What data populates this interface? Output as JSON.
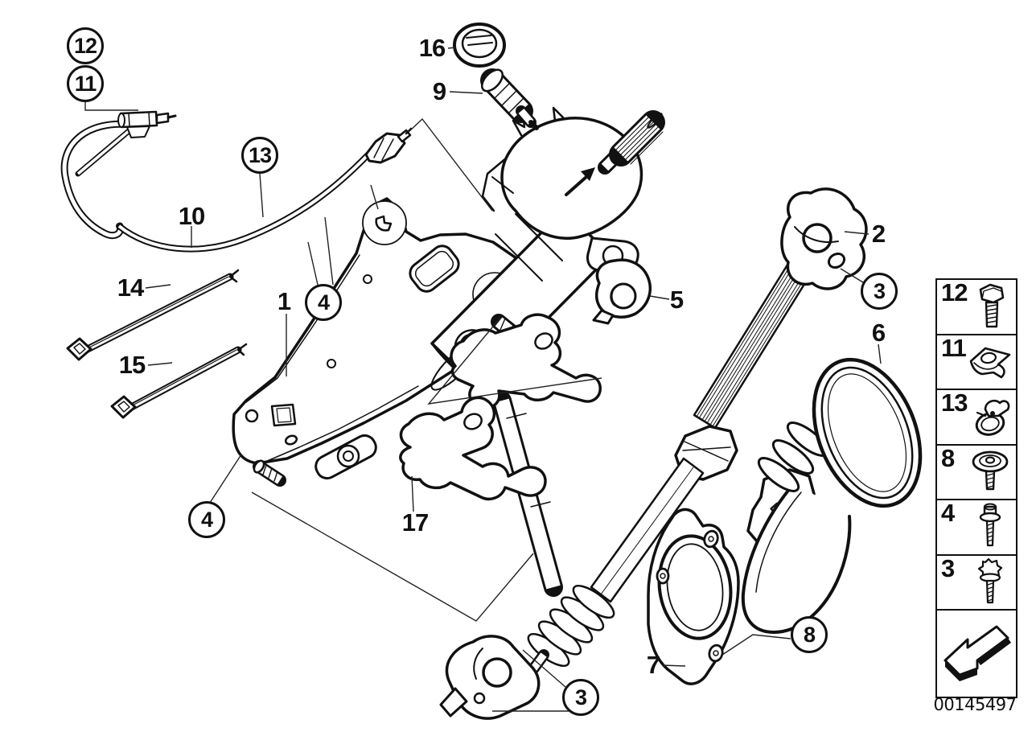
{
  "diagram": {
    "part_number": "00145497",
    "callouts": [
      {
        "text": "12",
        "shape": "circle"
      },
      {
        "text": "11",
        "shape": "circle"
      },
      {
        "text": "13",
        "shape": "circle"
      },
      {
        "text": "16",
        "shape": "plain"
      },
      {
        "text": "9",
        "shape": "plain"
      },
      {
        "text": "10",
        "shape": "plain"
      },
      {
        "text": "14",
        "shape": "plain"
      },
      {
        "text": "15",
        "shape": "plain"
      },
      {
        "text": "1",
        "shape": "plain"
      },
      {
        "text": "4",
        "shape": "circle"
      },
      {
        "text": "5",
        "shape": "plain"
      },
      {
        "text": "2",
        "shape": "plain"
      },
      {
        "text": "3",
        "shape": "circle"
      },
      {
        "text": "6",
        "shape": "plain"
      },
      {
        "text": "4",
        "shape": "circle"
      },
      {
        "text": "17",
        "shape": "plain"
      },
      {
        "text": "3",
        "shape": "circle"
      },
      {
        "text": "7",
        "shape": "plain"
      },
      {
        "text": "8",
        "shape": "circle"
      }
    ],
    "legend": {
      "items": [
        {
          "number": "12",
          "icon": "hex-bolt-icon"
        },
        {
          "number": "11",
          "icon": "clip-nut-icon"
        },
        {
          "number": "13",
          "icon": "hose-clamp-icon"
        },
        {
          "number": "8",
          "icon": "washer-screw-icon"
        },
        {
          "number": "4",
          "icon": "flange-bolt-icon"
        },
        {
          "number": "3",
          "icon": "torx-bolt-icon"
        }
      ],
      "arrow_icon": "direction-arrow-icon"
    },
    "line_color": "#111111",
    "background": "#ffffff"
  }
}
